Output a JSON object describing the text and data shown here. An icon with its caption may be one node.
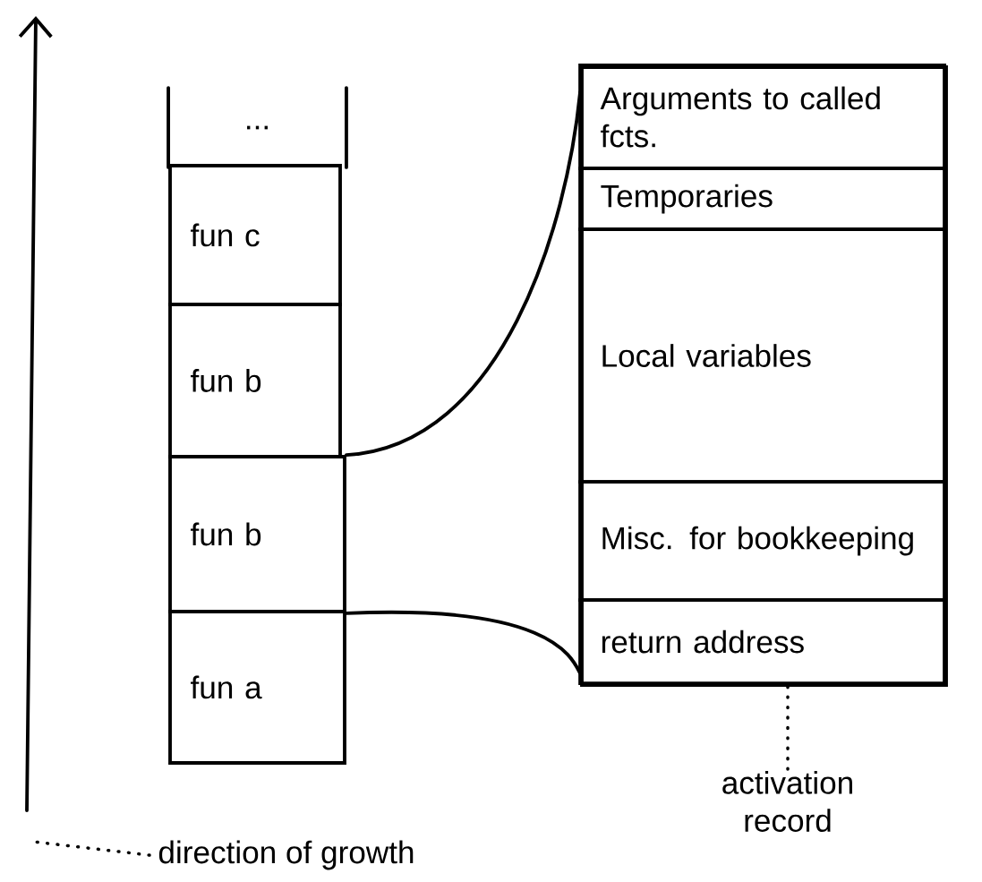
{
  "diagram": {
    "nodes": [
      {
        "text": [
          "..."
        ]
      },
      {
        "text": [
          "fun c"
        ]
      },
      {
        "text": [
          "fun b"
        ]
      },
      {
        "text": [
          "fun b"
        ]
      },
      {
        "text": [
          "fun a"
        ]
      },
      {
        "text": [],
        "shape": "box"
      },
      {
        "text": [
          "Arguments to called fcts."
        ],
        "in": 5
      },
      {
        "text": [
          "Temporaries"
        ],
        "in": 5
      },
      {
        "text": [
          "Local variables"
        ],
        "in": 5
      },
      {
        "text": [
          "Misc. for bookkeeping"
        ],
        "in": 5
      },
      {
        "text": [
          "return address"
        ],
        "in": 5
      },
      {
        "text": [
          "activation record"
        ]
      },
      {
        "text": [
          "direction of growth"
        ]
      }
    ],
    "edges": [
      {
        "from": 3,
        "to": 5,
        "arrow": "none"
      },
      {
        "from": 3,
        "to": 5,
        "arrow": "none"
      },
      {
        "from": 11,
        "to": 5,
        "arrow": "none",
        "style": "dashed"
      },
      {
        "from": 12,
        "to": null,
        "arrow": "none",
        "style": "dashed"
      }
    ]
  }
}
